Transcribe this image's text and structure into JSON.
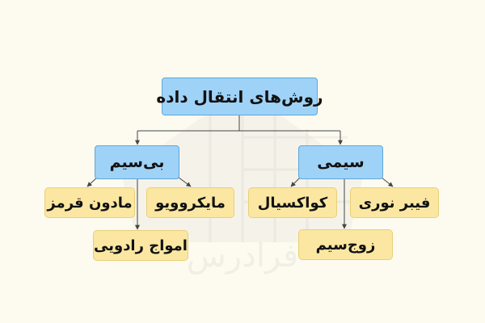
{
  "diagram": {
    "root": {
      "label": "روش‌های انتقال داده"
    },
    "branches": {
      "wireless": {
        "label": "بی‌سیم",
        "children": {
          "infrared": "مادون قرمز",
          "microwave": "مایکروویو",
          "radio": "امواج رادویی"
        }
      },
      "wired": {
        "label": "سیمی",
        "children": {
          "coax": "کواکسیال",
          "fiber": "فیبر نوری",
          "twisted_pair": "زوج‌سیم"
        }
      }
    }
  },
  "colors": {
    "background": "#fdfbf0",
    "blue_fill": "#9fd2f7",
    "blue_border": "#5fa6dc",
    "yellow_fill": "#fbe7a2",
    "yellow_border": "#e8cf78",
    "connector": "#444444"
  },
  "watermark": {
    "text": "فرادرس"
  }
}
